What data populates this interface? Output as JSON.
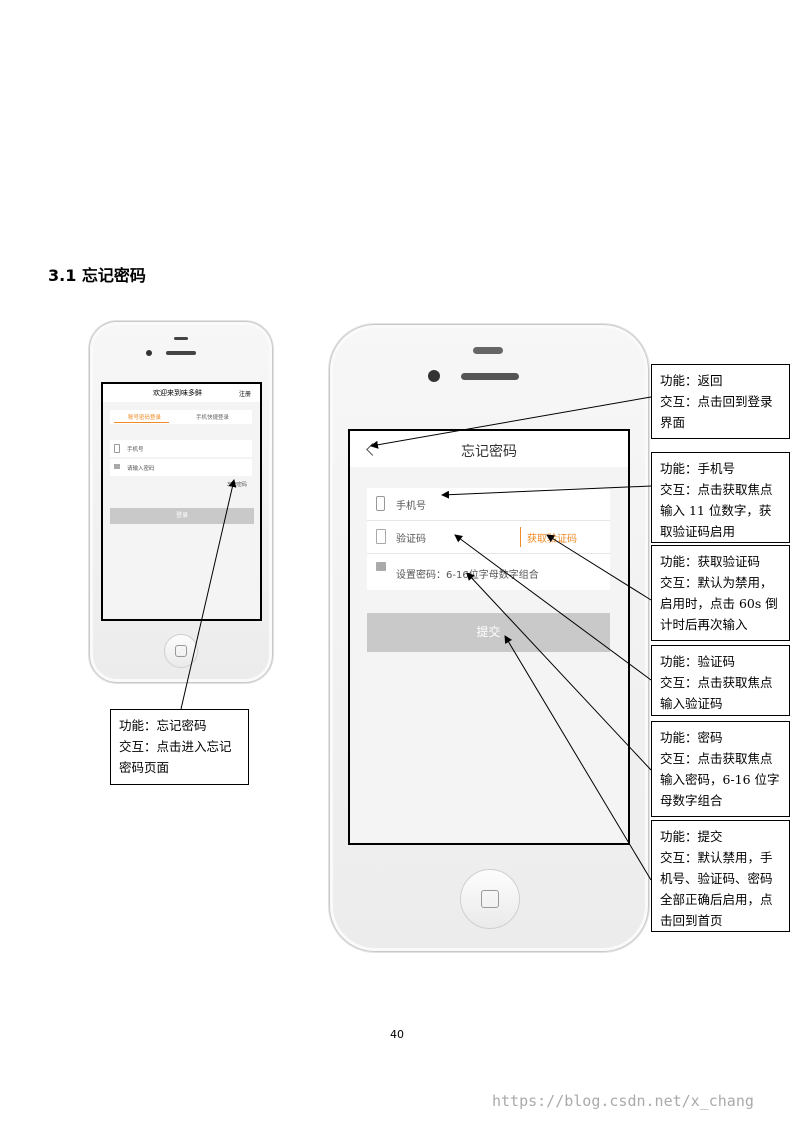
{
  "section": {
    "title": "3.1 忘记密码"
  },
  "small_phone": {
    "header_title": "欢迎来到味多鲜",
    "header_register": "注册",
    "tab_account": "账号密码登录",
    "tab_phone": "手机快捷登录",
    "phone_placeholder": "手机号",
    "password_placeholder": "请输入密码",
    "forgot_link": "忘记密码",
    "login_button": "登录"
  },
  "large_phone": {
    "title": "忘记密码",
    "back_icon": "chevron-left-icon",
    "phone_placeholder": "手机号",
    "code_placeholder": "验证码",
    "get_code_button": "获取验证码",
    "password_placeholder": "设置密码：6-16位字母数字组合",
    "submit_button": "提交"
  },
  "notes": {
    "forgot": "功能：忘记密码\n交互：点击进入忘记密码页面",
    "back": "功能：返回\n交互：点击回到登录界面",
    "phone": "功能：手机号\n交互：点击获取焦点输入 11 位数字，获取验证码启用",
    "get_code": "功能：获取验证码\n交互：默认为禁用，启用时，点击 60s 倒计时后再次输入",
    "code": "功能：验证码\n交互：点击获取焦点输入验证码",
    "password": "功能：密码\n交互：点击获取焦点输入密码，6-16 位字母数字组合",
    "submit": "功能：提交\n交互：默认禁用，手机号、验证码、密码全部正确后启用，点击回到首页"
  },
  "footer": {
    "page_number": "40",
    "watermark": "https://blog.csdn.net/x_chang"
  },
  "colors": {
    "accent": "#f08a24",
    "disabled": "#c9c9c9",
    "screen_bg": "#f4f4f4"
  }
}
